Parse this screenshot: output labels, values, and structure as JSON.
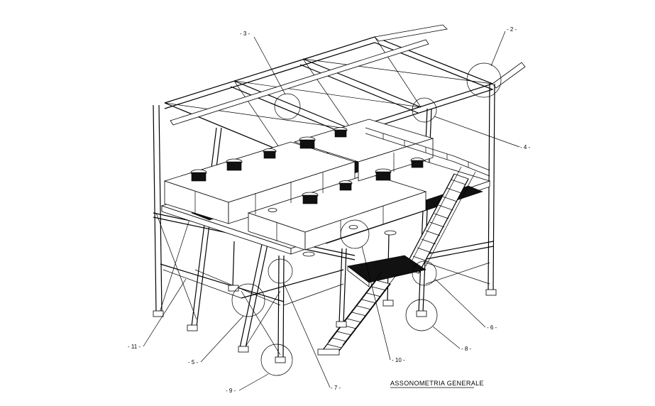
{
  "drawing": {
    "title": "ASSONOMETRIA  GENERALE",
    "callouts": {
      "c2": "- 2 -",
      "c3": "- 3 -",
      "c4": "- 4 -",
      "c5": "- 5 -",
      "c6": "- 6 -",
      "c7": "- 7 -",
      "c8": "- 8 -",
      "c9": "- 9 -",
      "c10": "- 10 -",
      "c11": "- 11 -"
    }
  }
}
